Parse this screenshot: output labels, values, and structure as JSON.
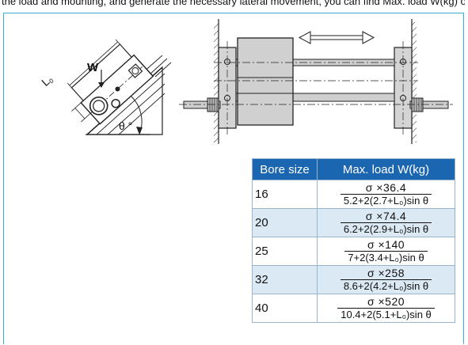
{
  "caption": "the load and mounting, and generate the necessary lateral movement, you can find Max. load W(kg) of each bore size in the table below.",
  "diagram": {
    "load_label": "W",
    "length_label": "L",
    "length_subscript": "0",
    "angle_label": "θ °"
  },
  "table": {
    "headers": [
      "Bore size",
      "Max. load W(kg)"
    ],
    "rows": [
      {
        "bore": "16",
        "numerator": "σ ×36.4",
        "denominator": "5.2+2(2.7+L₀)sin θ"
      },
      {
        "bore": "20",
        "numerator": "σ ×74.4",
        "denominator": "6.2+2(2.9+L₀)sin θ"
      },
      {
        "bore": "25",
        "numerator": "σ ×140",
        "denominator": "7+2(3.4+L₀)sin θ"
      },
      {
        "bore": "32",
        "numerator": "σ ×258",
        "denominator": "8.6+2(4.2+L₀)sin θ"
      },
      {
        "bore": "40",
        "numerator": "σ ×520",
        "denominator": "10.4+2(5.1+L₀)sin θ"
      }
    ]
  }
}
